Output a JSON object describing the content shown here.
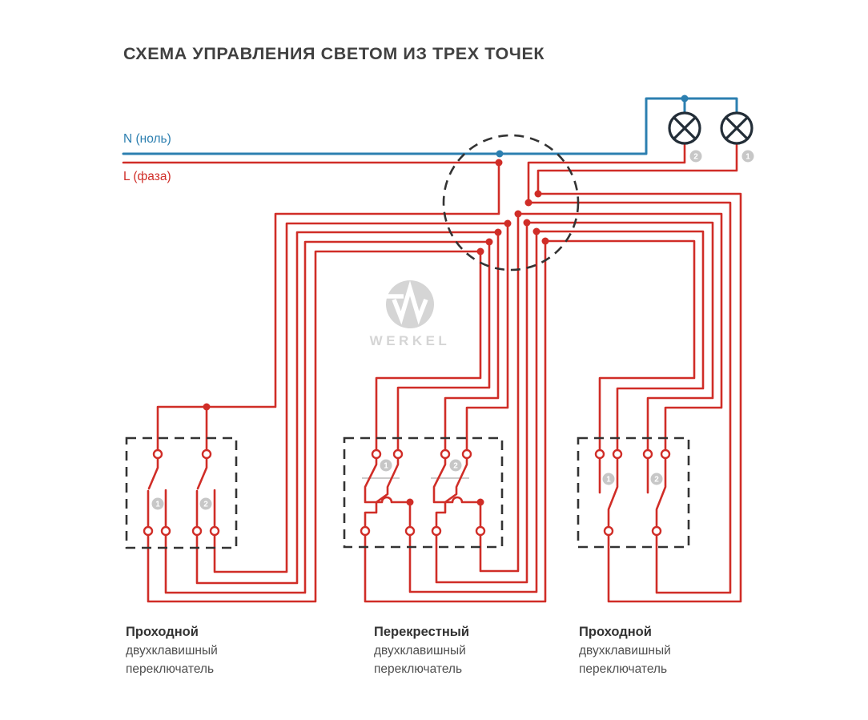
{
  "title": "СХЕМА УПРАВЛЕНИЯ СВЕТОМ ИЗ ТРЕХ ТОЧЕК",
  "power_lines": {
    "neutral": "N (ноль)",
    "phase": "L (фаза)"
  },
  "lamps": [
    {
      "badge": "2"
    },
    {
      "badge": "1"
    }
  ],
  "watermark": {
    "brand": "WERKEL"
  },
  "switches": [
    {
      "id": "left-switch",
      "gang_badges": [
        "1",
        "2"
      ],
      "label_line1": "Проходной",
      "label_line2": "двухклавишный",
      "label_line3": "переключатель"
    },
    {
      "id": "middle-switch",
      "gang_badges": [
        "1",
        "2"
      ],
      "label_line1": "Перекрестный",
      "label_line2": "двухклавишный",
      "label_line3": "переключатель"
    },
    {
      "id": "right-switch",
      "gang_badges": [
        "1",
        "2"
      ],
      "label_line1": "Проходной",
      "label_line2": "двухклавишный",
      "label_line3": "переключатель"
    }
  ],
  "colors": {
    "phase": "#d02d27",
    "neutral": "#2c7fb0",
    "lamp": "#232e38",
    "box": "#333333",
    "badge": "#c7c7c7",
    "title": "#414141",
    "label1": "#333333",
    "label2": "#4f4f4f",
    "watermark": "#d5d5d5"
  }
}
